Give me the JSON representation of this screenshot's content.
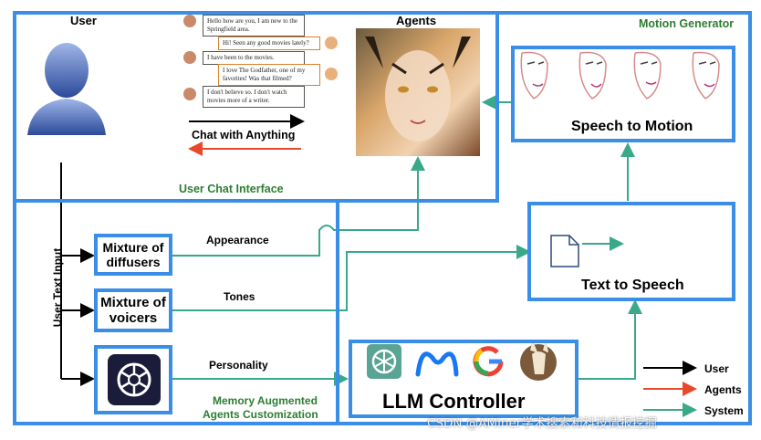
{
  "labels": {
    "user": "User",
    "agents": "Agents",
    "motion_generator": "Motion Generator",
    "chat_with_anything": "Chat with Anything",
    "user_chat_interface": "User Chat Interface",
    "speech_to_motion": "Speech to Motion",
    "text_to_speech": "Text to Speech",
    "user_text_input": "User Text Input",
    "mixture_of_diffusers": "Mixture of diffusers",
    "mixture_of_voicers": "Mixture of voicers",
    "appearance": "Appearance",
    "tones": "Tones",
    "personality": "Personality",
    "llm_controller": "LLM Controller",
    "memory_augmented": "Memory Augmented",
    "agents_customization": "Agents Customization",
    "watermark": "CSDN @AMiner学术搜索和科技情报挖掘"
  },
  "chat": [
    {
      "side": "left",
      "text": "Hello how are you, I am new to the Springfield area."
    },
    {
      "side": "right",
      "text": "Hi! Seen any good movies lately?"
    },
    {
      "side": "left",
      "text": "I have been to the movies."
    },
    {
      "side": "right",
      "text": "I love The Godfather, one of my favorites! Was that filmed?"
    },
    {
      "side": "left",
      "text": "I don't believe so. I don't watch movies more of a writer."
    }
  ],
  "legend": [
    {
      "label": "User",
      "color": "#000000"
    },
    {
      "label": "Agents",
      "color": "#e8492b"
    },
    {
      "label": "System",
      "color": "#3aa88a"
    }
  ],
  "colors": {
    "box_border": "#3a8ee6",
    "green_text": "#2e7d32",
    "system_arrow": "#3aa88a",
    "agents_arrow": "#e8492b",
    "user_arrow": "#000000"
  },
  "icons": [
    "user-avatar-icon",
    "tiger-agent-image",
    "face-sketch-icon",
    "document-icon",
    "waveform-icon",
    "openai-logo-icon",
    "meta-logo-icon",
    "google-logo-icon",
    "alpaca-logo-icon"
  ]
}
